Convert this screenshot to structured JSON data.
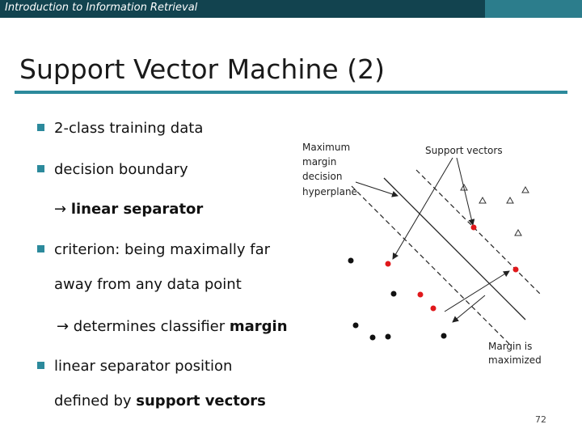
{
  "header": {
    "course_title": "Introduction to Information Retrieval"
  },
  "slide": {
    "title": "Support Vector Machine (2)",
    "bullets": [
      {
        "text": "2-class training data"
      },
      {
        "text": "decision boundary"
      },
      {
        "text": "criterion: being maximally far"
      },
      {
        "text": "linear separator position"
      }
    ],
    "sub_lines": {
      "linear_separator_arrow": "→ ",
      "linear_separator": "linear separator",
      "away": "away from any data point",
      "determines_arrow": "→ determines classifier ",
      "margin": "margin",
      "defined_by": "defined by ",
      "support_vectors": "support vectors"
    }
  },
  "diagram": {
    "labels": {
      "hyperplane_1": "Maximum",
      "hyperplane_2": "margin",
      "hyperplane_3": "decision",
      "hyperplane_4": "hyperplane",
      "support_vectors": "Support vectors",
      "margin_1": "Margin is",
      "margin_2": "maximized"
    },
    "colors": {
      "support_vector": "#e0181b",
      "point": "#111111",
      "line": "#222222"
    }
  },
  "footer": {
    "page_number": "72"
  }
}
